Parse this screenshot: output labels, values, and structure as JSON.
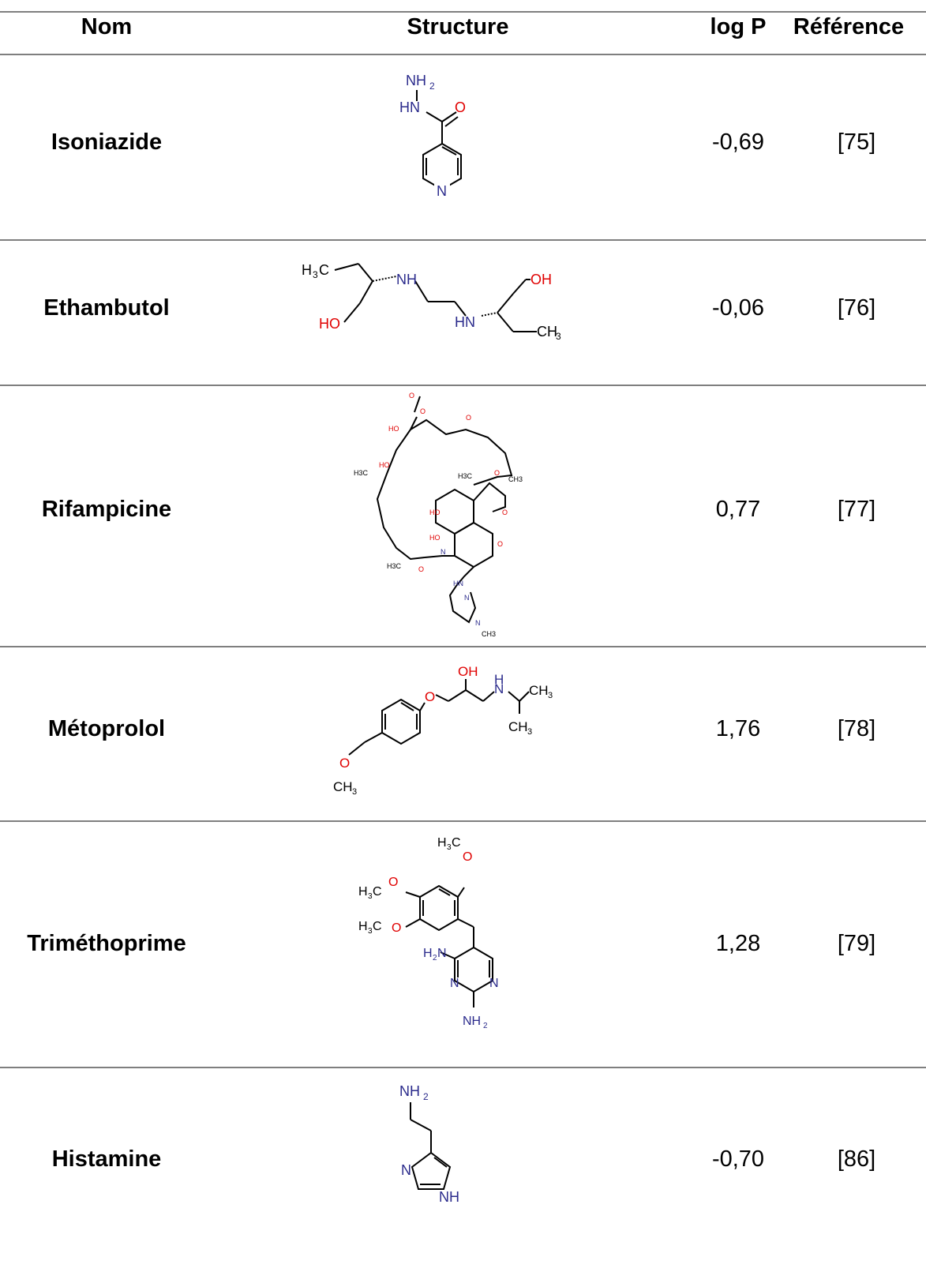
{
  "columns": {
    "name": "Nom",
    "structure": "Structure",
    "logp": "log P",
    "reference": "Référence"
  },
  "rows": [
    {
      "name": "Isoniazide",
      "logp": "-0,69",
      "ref": "[75]"
    },
    {
      "name": "Ethambutol",
      "logp": "-0,06",
      "ref": "[76]"
    },
    {
      "name": "Rifampicine",
      "logp": "0,77",
      "ref": "[77]"
    },
    {
      "name": "Métoprolol",
      "logp": "1,76",
      "ref": "[78]"
    },
    {
      "name": "Triméthoprime",
      "logp": "1,28",
      "ref": "[79]"
    },
    {
      "name": "Histamine",
      "logp": "-0,70",
      "ref": "[86]"
    }
  ],
  "colors": {
    "rule": "#7f7f7f",
    "nitrogen": "#2b2b8c",
    "oxygen": "#e00000",
    "carbon": "#000000"
  },
  "atoms": {
    "nh2": "NH",
    "sub2": "2",
    "hn": "HN",
    "nh": "NH",
    "n": "N",
    "o": "O",
    "oh": "OH",
    "ho": "HO",
    "h": "H",
    "h3c": "H",
    "ch3": "CH",
    "sub3": "3"
  }
}
